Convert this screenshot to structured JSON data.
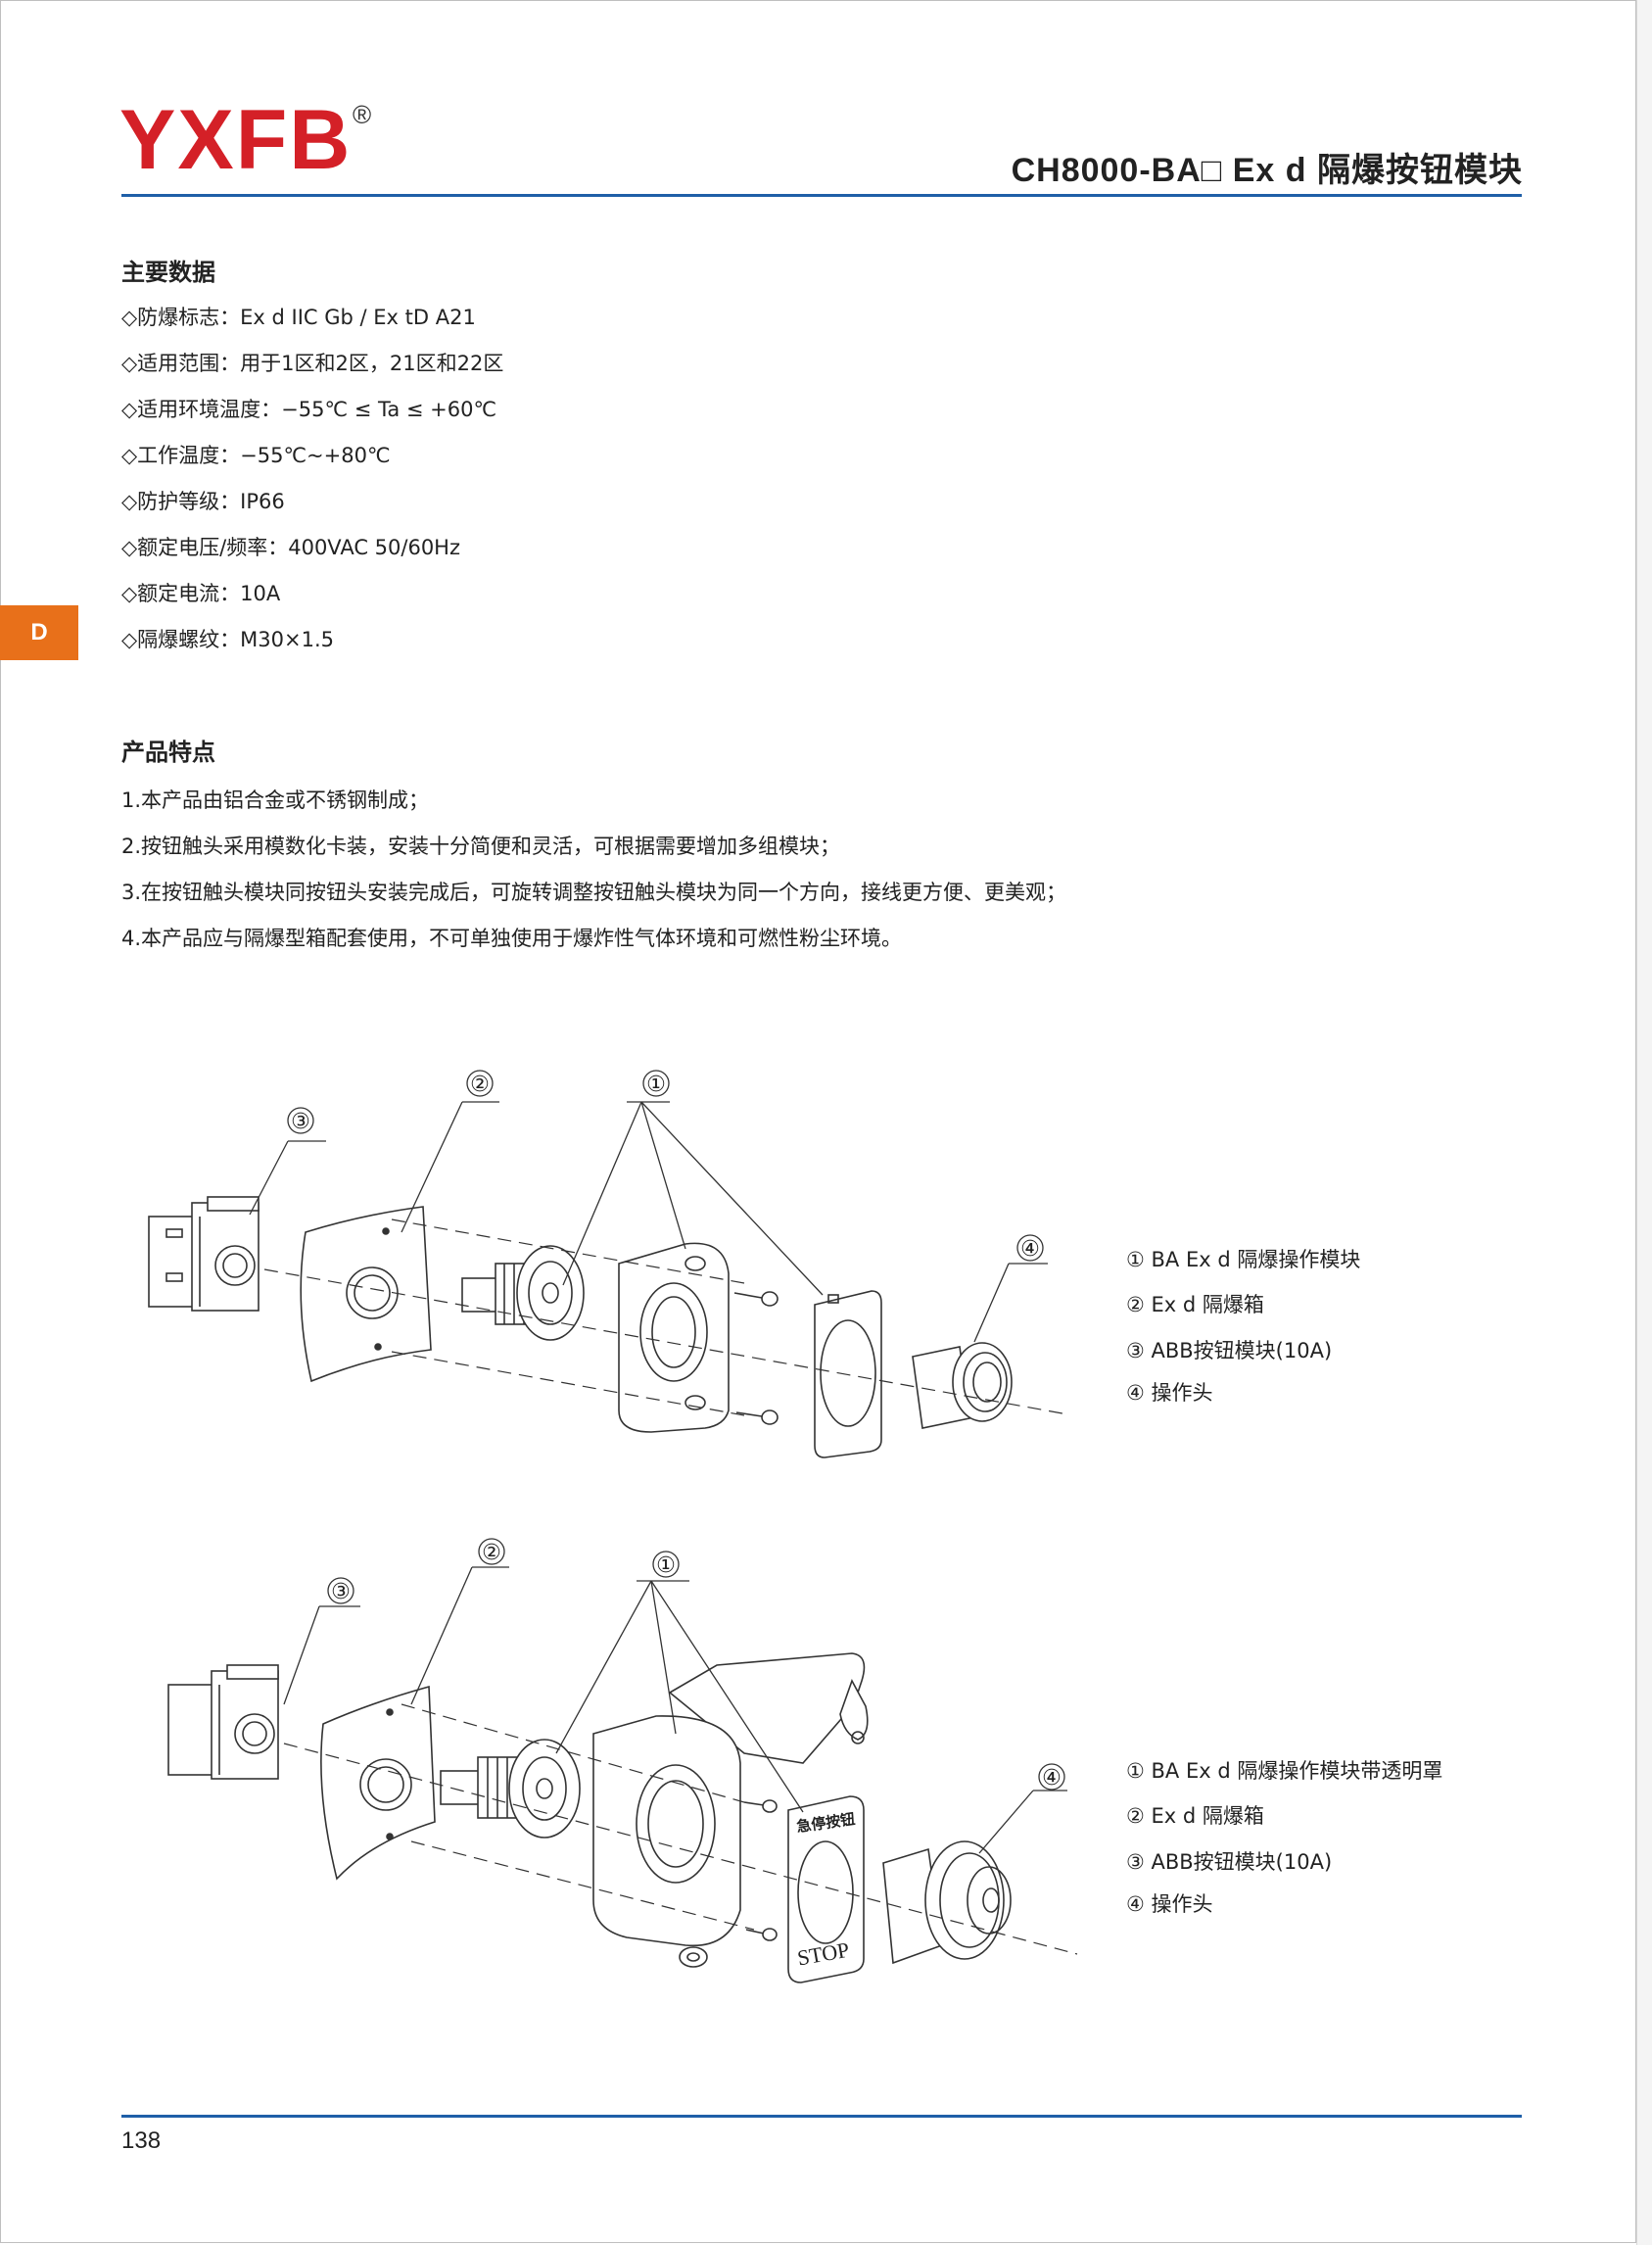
{
  "brand": {
    "logo_text": "YXFB",
    "registered_mark": "®",
    "color": "#d42027"
  },
  "header": {
    "title": "CH8000-BA□ Ex d 隔爆按钮模块"
  },
  "side_tab": {
    "label": "D",
    "color": "#e8701a"
  },
  "section_main_data": {
    "heading": "主要数据",
    "items": [
      "◇防爆标志：Ex d IIC Gb / Ex tD A21",
      "◇适用范围：用于1区和2区，21区和22区",
      "◇适用环境温度：−55℃ ≤ Ta ≤ +60℃",
      "◇工作温度：−55℃~+80℃",
      "◇防护等级：IP66",
      "◇额定电压/频率：400VAC  50/60Hz",
      "◇额定电流：10A",
      "◇隔爆螺纹：M30×1.5"
    ]
  },
  "section_features": {
    "heading": "产品特点",
    "items": [
      "1.本产品由铝合金或不锈钢制成；",
      "2.按钮触头采用模数化卡装，安装十分简便和灵活，可根据需要增加多组模块；",
      "3.在按钮触头模块同按钮头安装完成后，可旋转调整按钮触头模块为同一个方向，接线更方便、更美观；",
      "4.本产品应与隔爆型箱配套使用，不可单独使用于爆炸性气体环境和可燃性粉尘环境。"
    ]
  },
  "diagram1": {
    "callouts": [
      "①",
      "②",
      "③",
      "④"
    ],
    "legend": [
      "① BA Ex d 隔爆操作模块",
      "② Ex d 隔爆箱",
      "③ ABB按钮模块(10A)",
      "④ 操作头"
    ]
  },
  "diagram2": {
    "callouts": [
      "①",
      "②",
      "③",
      "④"
    ],
    "plate_top_text": "急停按钮",
    "plate_bottom_text": "STOP",
    "legend": [
      "① BA Ex d 隔爆操作模块带透明罩",
      "② Ex d 隔爆箱",
      "③ ABB按钮模块(10A)",
      "④ 操作头"
    ]
  },
  "footer": {
    "page_number": "138"
  }
}
